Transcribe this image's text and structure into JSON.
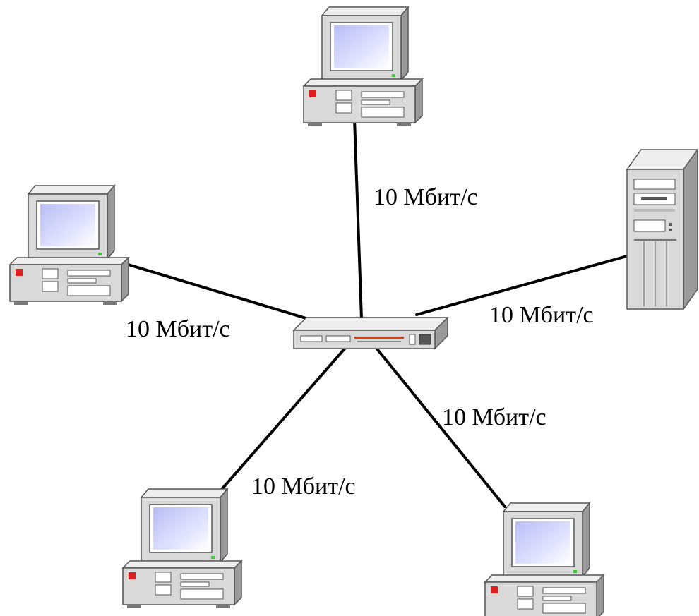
{
  "diagram": {
    "topology": "star",
    "hub": {
      "icon": "network-switch-icon"
    },
    "nodes": [
      {
        "id": "pc-top",
        "icon": "desktop-computer-icon"
      },
      {
        "id": "pc-left",
        "icon": "desktop-computer-icon"
      },
      {
        "id": "server-right",
        "icon": "tower-server-icon"
      },
      {
        "id": "pc-bottom-left",
        "icon": "desktop-computer-icon"
      },
      {
        "id": "pc-bottom-right",
        "icon": "desktop-computer-icon"
      }
    ],
    "links": [
      {
        "from": "hub",
        "to": "pc-top",
        "label": "10 Мбит/с"
      },
      {
        "from": "hub",
        "to": "pc-left",
        "label": "10 Мбит/с"
      },
      {
        "from": "hub",
        "to": "server-right",
        "label": "10 Мбит/с"
      },
      {
        "from": "hub",
        "to": "pc-bottom-right",
        "label": "10 Мбит/с"
      },
      {
        "from": "hub",
        "to": "pc-bottom-left",
        "label": "10 Мбит/с"
      }
    ]
  },
  "colors": {
    "case": "#d9d9d9",
    "case_shadow": "#9a9a9a",
    "screen": "#c8ccf8",
    "led_green": "#33cc33",
    "led_red": "#e02020",
    "cable": "#000000",
    "hub_accent": "#e04010"
  }
}
